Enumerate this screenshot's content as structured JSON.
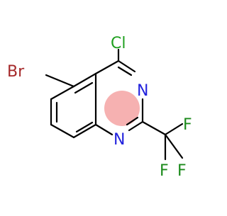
{
  "molecule": {
    "atoms": {
      "bromine": "Br",
      "chlorine": "Cl",
      "nitrogen_top": "N",
      "nitrogen_bottom": "N",
      "fluorine_top": "F",
      "fluorine_left": "F",
      "fluorine_right": "F"
    },
    "colors": {
      "bond": "#000000",
      "bromine": "#a5292a",
      "chlorine": "#1fa01f",
      "nitrogen": "#2222dd",
      "fluorine": "#1b8a1b",
      "aromatic_highlight": "#f5a3a3"
    }
  }
}
